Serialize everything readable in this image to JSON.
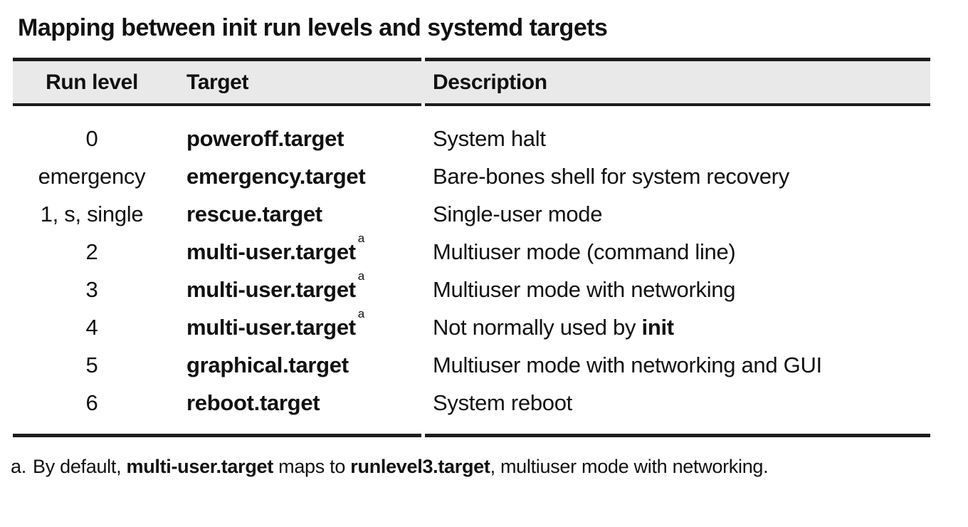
{
  "page": {
    "title": "Mapping between init run levels and systemd targets"
  },
  "table": {
    "headers": {
      "run_level": "Run level",
      "target": "Target",
      "description": "Description"
    },
    "rows": [
      {
        "run_level": "0",
        "target": "poweroff.target",
        "footnote_ref": "",
        "description_before": "System halt",
        "description_bold": "",
        "description_after": ""
      },
      {
        "run_level": "emergency",
        "target": "emergency.target",
        "footnote_ref": "",
        "description_before": "Bare-bones shell for system recovery",
        "description_bold": "",
        "description_after": ""
      },
      {
        "run_level": "1, s, single",
        "target": "rescue.target",
        "footnote_ref": "",
        "description_before": "Single-user mode",
        "description_bold": "",
        "description_after": ""
      },
      {
        "run_level": "2",
        "target": "multi-user.target",
        "footnote_ref": "a",
        "description_before": "Multiuser mode (command line)",
        "description_bold": "",
        "description_after": ""
      },
      {
        "run_level": "3",
        "target": "multi-user.target",
        "footnote_ref": "a",
        "description_before": "Multiuser mode with networking",
        "description_bold": "",
        "description_after": ""
      },
      {
        "run_level": "4",
        "target": "multi-user.target",
        "footnote_ref": "a",
        "description_before": "Not normally used by ",
        "description_bold": "init",
        "description_after": ""
      },
      {
        "run_level": "5",
        "target": "graphical.target",
        "footnote_ref": "",
        "description_before": "Multiuser mode with networking and GUI",
        "description_bold": "",
        "description_after": ""
      },
      {
        "run_level": "6",
        "target": "reboot.target",
        "footnote_ref": "",
        "description_before": "System reboot",
        "description_bold": "",
        "description_after": ""
      }
    ]
  },
  "footnote": {
    "marker": "a.",
    "text_before": "By default, ",
    "bold_1": "multi-user.target",
    "text_middle": " maps to ",
    "bold_2": "runlevel3.target",
    "text_after": ", multiuser mode with networking."
  },
  "colors": {
    "background": "#ffffff",
    "header_band": "#e9e9ea",
    "rule": "#1d1d1d",
    "text": "#111111"
  }
}
